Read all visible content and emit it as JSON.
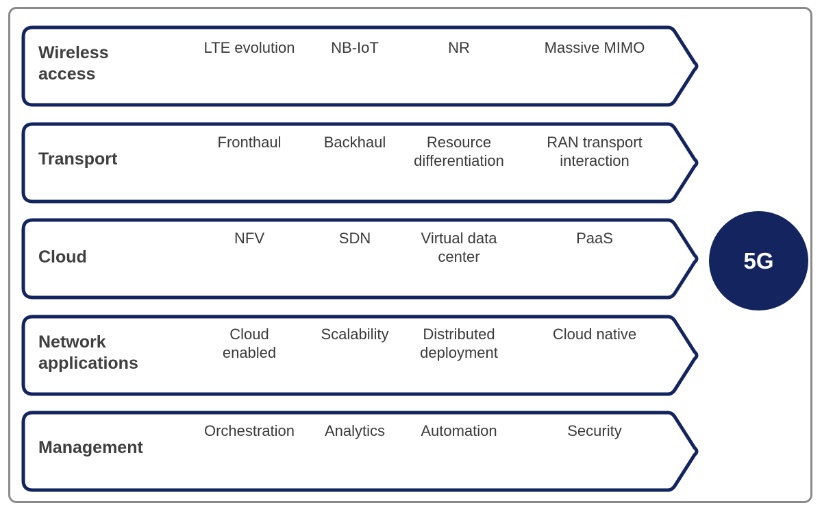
{
  "badge": "5G",
  "colors": {
    "arrow_stroke": "#13245f",
    "badge_fill": "#13245f",
    "frame_border": "#8a8a8a",
    "title_text": "#3f3f3f",
    "item_text": "#3a3a3a"
  },
  "rows": [
    {
      "title": "Wireless\naccess",
      "items": [
        "LTE evolution",
        "NB-IoT",
        "NR",
        "Massive MIMO"
      ]
    },
    {
      "title": "Transport",
      "items": [
        "Fronthaul",
        "Backhaul",
        "Resource\ndifferentiation",
        "RAN transport\ninteraction"
      ]
    },
    {
      "title": "Cloud",
      "items": [
        "NFV",
        "SDN",
        "Virtual data\ncenter",
        "PaaS"
      ]
    },
    {
      "title": "Network\napplications",
      "items": [
        "Cloud\nenabled",
        "Scalability",
        "Distributed\ndeployment",
        "Cloud native"
      ]
    },
    {
      "title": "Management",
      "items": [
        "Orchestration",
        "Analytics",
        "Automation",
        "Security"
      ]
    }
  ]
}
